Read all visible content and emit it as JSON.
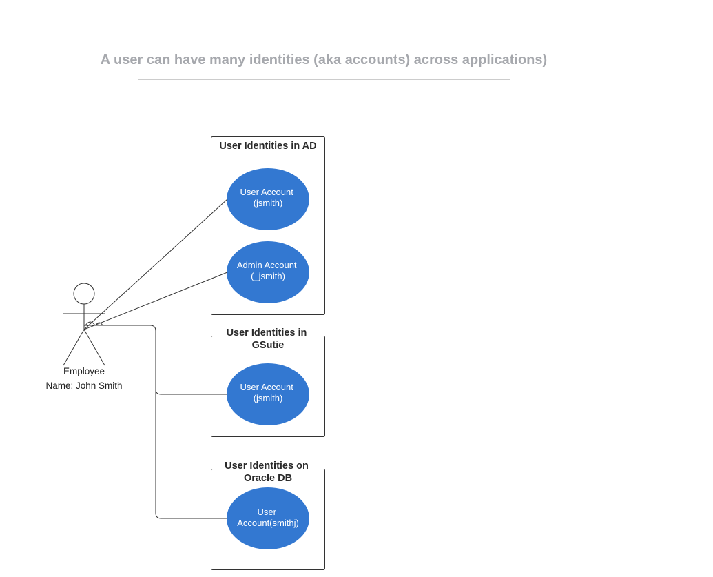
{
  "title": "A user can have many identities (aka accounts) across applications)",
  "colors": {
    "use_case_fill": "#3378d1",
    "title_text": "#a6a8ad",
    "lines": "#333333"
  },
  "actor": {
    "label": "Employee",
    "name": "Name: John Smith"
  },
  "systems": [
    {
      "title_lines": [
        "User Identities in AD"
      ],
      "use_cases": [
        {
          "lines": [
            "User Account",
            "(jsmith)"
          ]
        },
        {
          "lines": [
            "Admin Account",
            "(_jsmith)"
          ]
        }
      ]
    },
    {
      "title_lines": [
        "User Identities  in",
        "GSutie"
      ],
      "use_cases": [
        {
          "lines": [
            "User Account",
            "(jsmith)"
          ]
        }
      ]
    },
    {
      "title_lines": [
        "User Identities  on",
        "Oracle DB"
      ],
      "use_cases": [
        {
          "lines": [
            "User",
            "Account(smithj)"
          ]
        }
      ]
    }
  ]
}
